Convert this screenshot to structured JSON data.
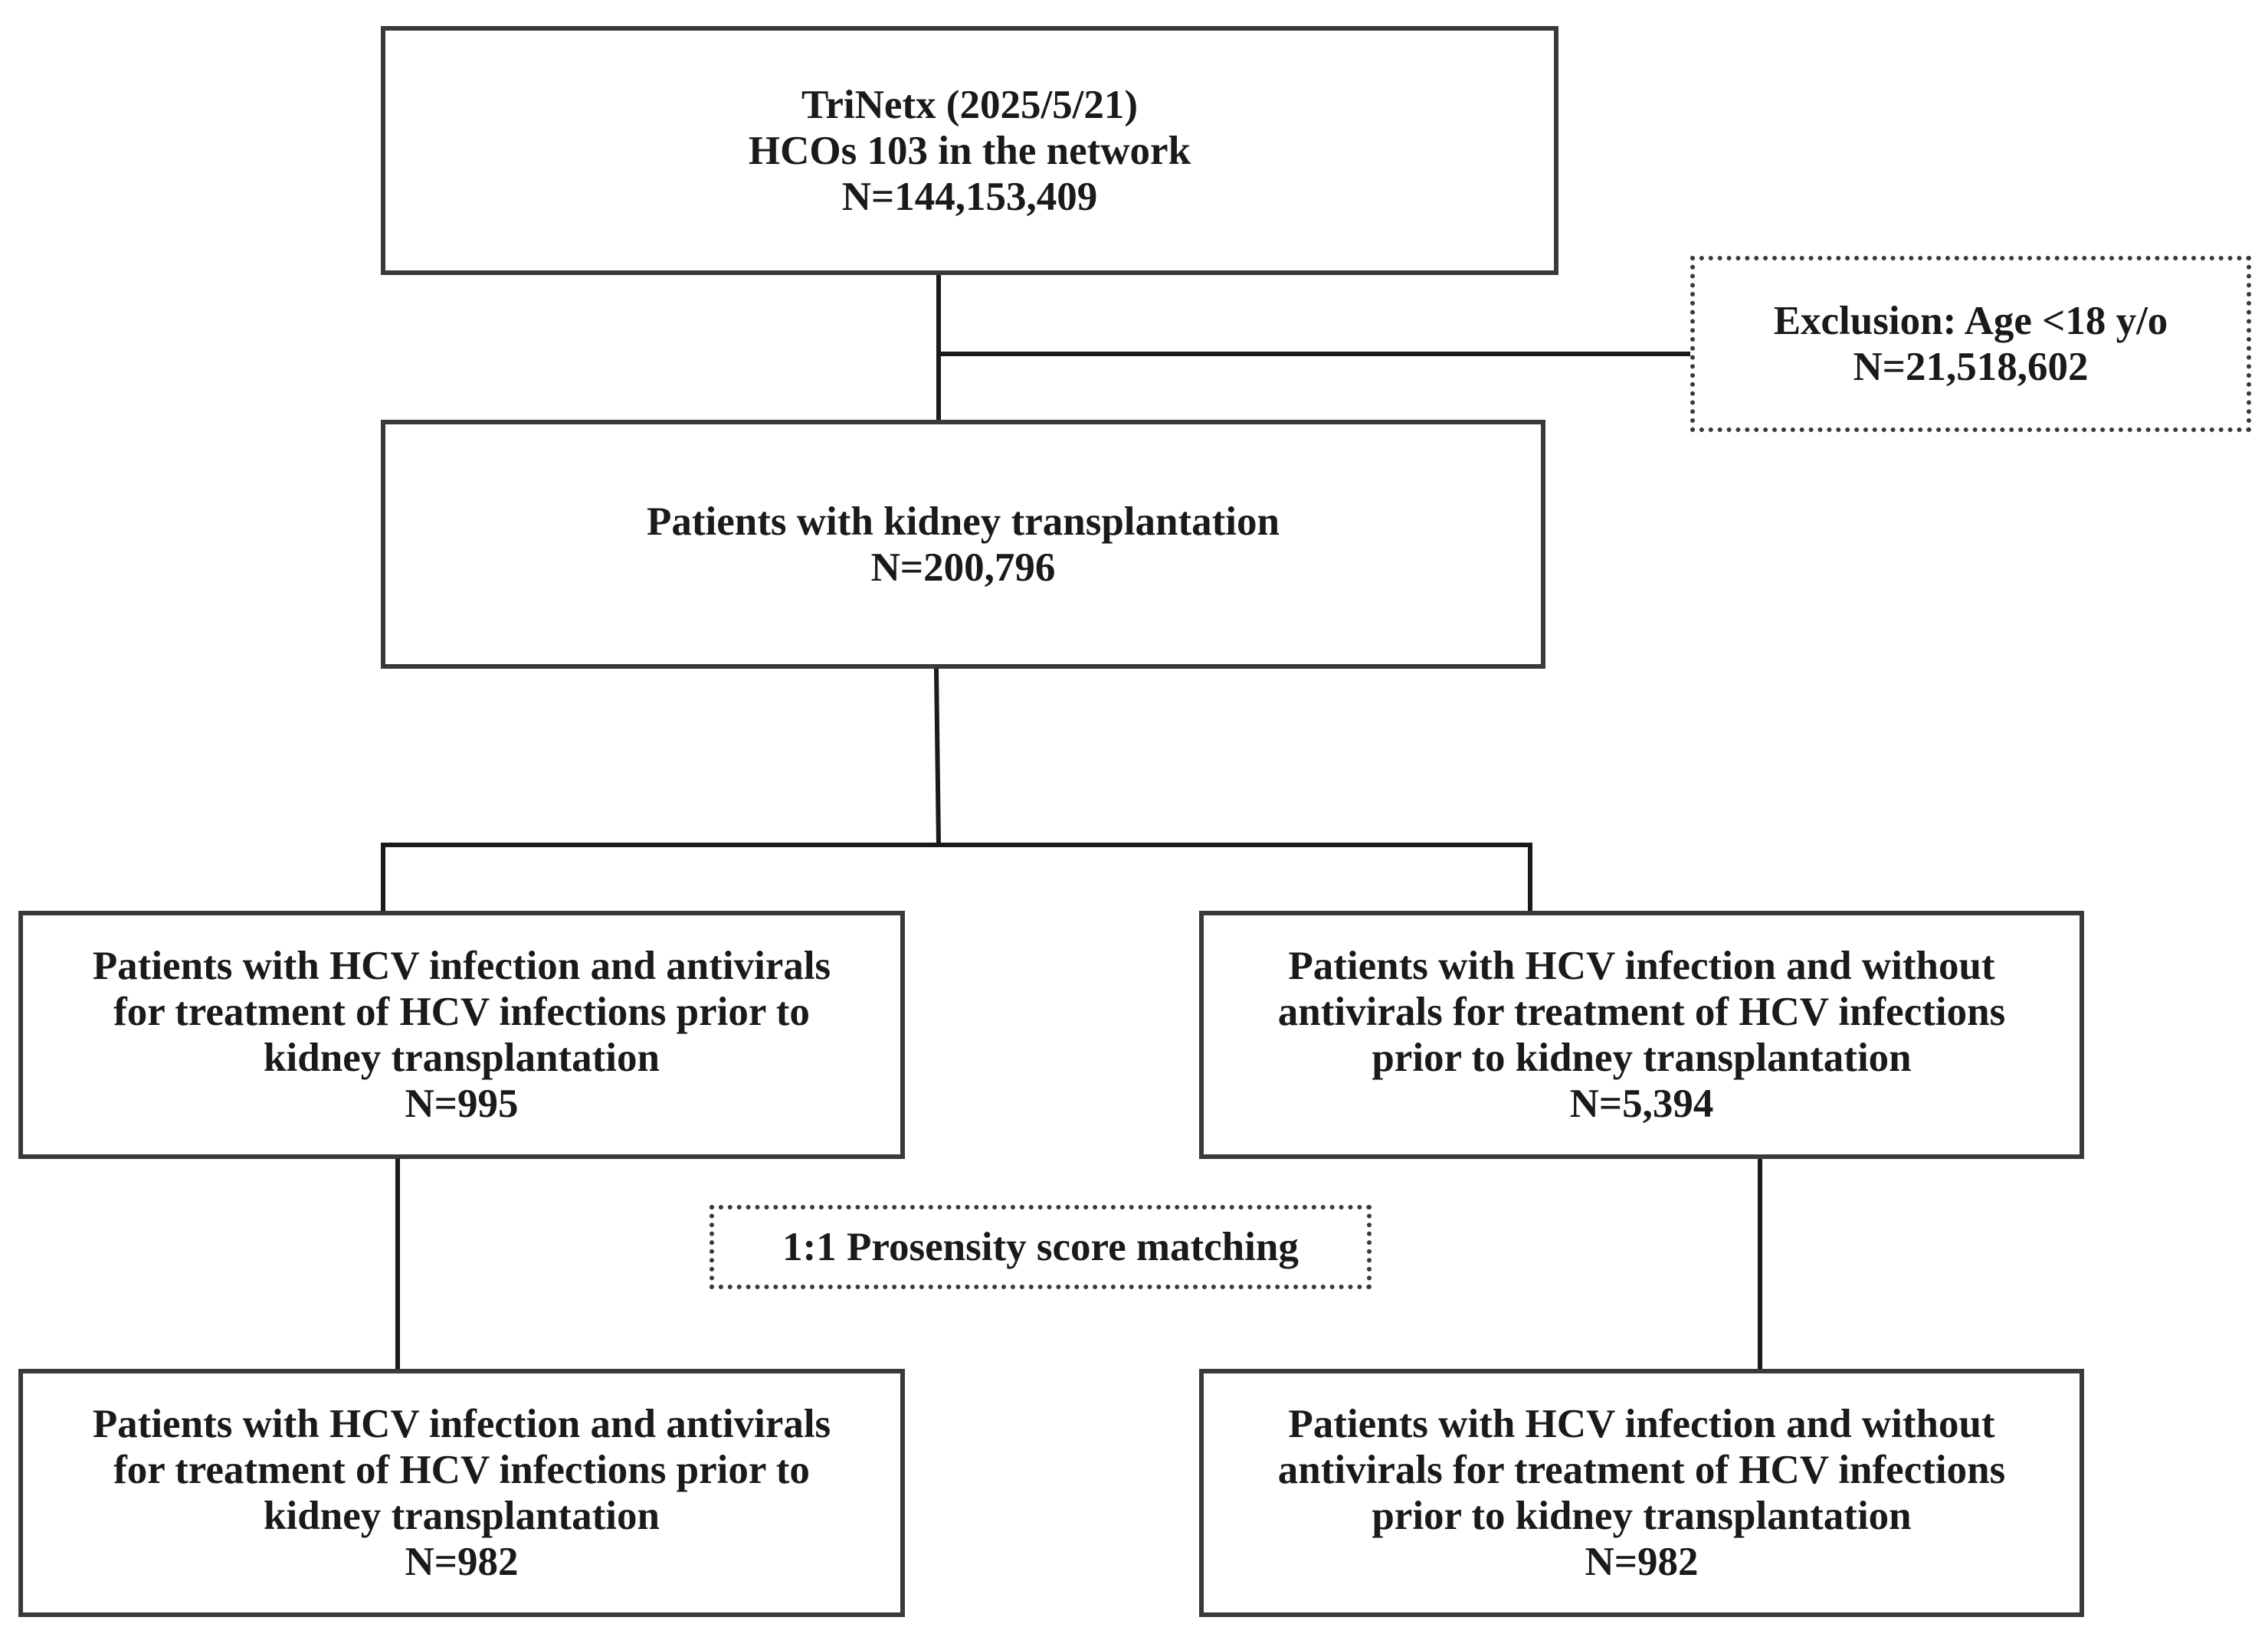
{
  "boxes": {
    "source": {
      "lines": [
        "TriNetx (2025/5/21)",
        "HCOs 103 in the network",
        "N=144,153,409"
      ]
    },
    "exclusion": {
      "lines": [
        "Exclusion: Age <18 y/o",
        "N=21,518,602"
      ]
    },
    "kidney": {
      "lines": [
        "Patients with kidney transplantation",
        "N=200,796"
      ]
    },
    "left_pre": {
      "lines": [
        "Patients with HCV infection and antivirals",
        "for treatment of HCV infections prior to",
        "kidney transplantation",
        "N=995"
      ]
    },
    "right_pre": {
      "lines": [
        "Patients with HCV infection and without",
        "antivirals for treatment of HCV infections",
        "prior to kidney transplantation",
        "N=5,394"
      ]
    },
    "psm": {
      "lines": [
        "1:1 Prosensity score matching"
      ]
    },
    "left_post": {
      "lines": [
        "Patients with HCV infection and antivirals",
        "for treatment of HCV infections prior to",
        "kidney transplantation",
        "N=982"
      ]
    },
    "right_post": {
      "lines": [
        "Patients with HCV infection and without",
        "antivirals for treatment of HCV infections",
        "prior to kidney transplantation",
        "N=982"
      ]
    }
  }
}
